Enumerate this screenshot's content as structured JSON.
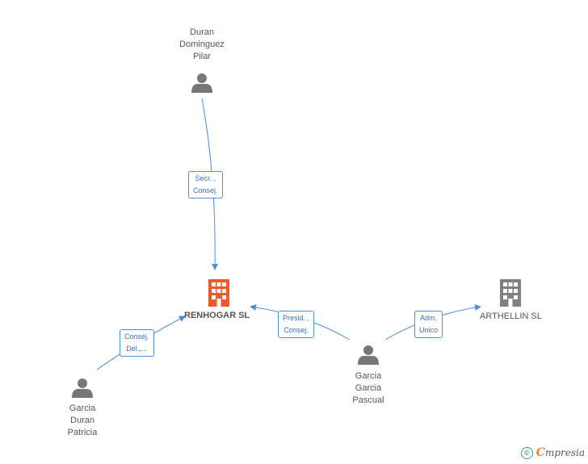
{
  "nodes": {
    "duran_dominguez": {
      "label": "Duran\nDominguez\nPilar"
    },
    "garcia_duran": {
      "label": "Garcia\nDuran\nPatricia"
    },
    "garcia_garcia": {
      "label": "Garcia\nGarcia\nPascual"
    },
    "renhogar": {
      "label": "RENHOGAR SL"
    },
    "arthellin": {
      "label": "ARTHELLIN SL"
    }
  },
  "edges": {
    "secr": {
      "label": "Secr. ,\nConsej."
    },
    "consej": {
      "label": "Consej.\nDel.,..."
    },
    "presid": {
      "label": "Presid. ,\nConsej."
    },
    "adm": {
      "label": "Adm.\nUnico"
    }
  },
  "footer": {
    "copyright": "©",
    "brand_first": "C",
    "brand_rest": "mpresia"
  },
  "colors": {
    "edge": "#4a90d9",
    "main_company": "#f05a28",
    "company": "#808080",
    "person": "#777777"
  }
}
